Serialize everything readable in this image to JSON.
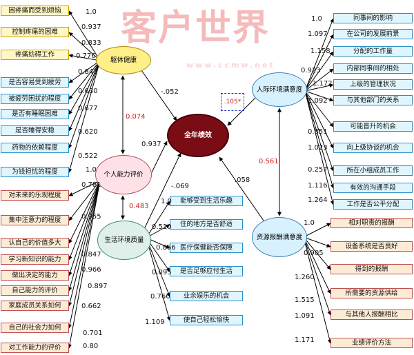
{
  "watermark": {
    "title": "客户世界",
    "url": "www.ccmw.net"
  },
  "constructs": {
    "work_health": "躯体健康",
    "interpersonal": "人际环境满意度",
    "performance": "全年绩效",
    "personal_ability": "个人能力评价",
    "life_env": "生活环境质量",
    "resource": "资源报酬满意度"
  },
  "left_yellow": {
    "items": [
      "困疼痛而受到烦恼",
      "控制疼痛的困难",
      "疼痛妨碍工作"
    ],
    "loadings": [
      "1.0",
      "0.937",
      "0.833",
      "0.776"
    ]
  },
  "left_blue": {
    "items": [
      "是否容易受到疲劳",
      "被疲劳困扰的程度",
      "是否有睡眠困难",
      "是否睡得安稳",
      "药物的依赖程度",
      "为钱担忧的程度"
    ],
    "loadings": [
      "0.843",
      "0.630",
      "0.677",
      "0.620",
      "0.522"
    ]
  },
  "left_pink": {
    "items": [
      "对未来的乐观程度",
      "集中注意力的程度",
      "认自己的价值多大",
      "学习新知识的能力",
      "做出决定的能力",
      "自己能力的评价",
      "家庭成员关系如何",
      "自己的社会力如何",
      "对工作能力的评价"
    ],
    "loadings": [
      "1.0",
      "0.781",
      "0.955",
      "0.847",
      "0.966",
      "0.897",
      "0.662",
      "0.701",
      "0.80"
    ]
  },
  "center_boxes": {
    "items": [
      "能够受到生活乐趣",
      "住的地方是否舒适",
      "医疗保健能否保障",
      "是否足够应付生活",
      "业余娱乐的机会",
      "使自己轻松愉快"
    ],
    "loadings": [
      "1.0",
      "0.510",
      "0.866",
      "0.095",
      "0.766",
      "1.109"
    ]
  },
  "right_top": {
    "items": [
      "同事间的影响",
      "在公司的发展前景",
      "分配的工作量",
      "内部同事间的相处",
      "上级的管理状况",
      "与其他部门的关系",
      "可能晋升的机会",
      "向上级协谈的机会",
      "所在小组成员工作",
      "有效的沟通手段",
      "工作是否公平分配"
    ],
    "loadings": [
      "1.0",
      "1.097",
      "1.158",
      "0.923",
      "1.172",
      "1.092",
      "0.851",
      "1.023",
      "0.257",
      "1.116",
      "1.264"
    ]
  },
  "right_bottom": {
    "items": [
      "相对职责的报酬",
      "设备系统是否良好",
      "得到的报酬",
      "所需要的资源供给",
      "与其他人报酬相比",
      "业绩评价方法"
    ],
    "loadings": [
      "1.0",
      "0.905",
      "1.260",
      "1.515",
      "1.091",
      "1.171"
    ]
  },
  "paths": {
    "health_perf": "-.052",
    "interp_perf": ".105*",
    "ability_perf": "0.937",
    "life_perf": "-.069",
    "resource_perf": ".058",
    "health_ability": "0.074",
    "ability_life": "0.483",
    "interp_resource": "0.561"
  }
}
